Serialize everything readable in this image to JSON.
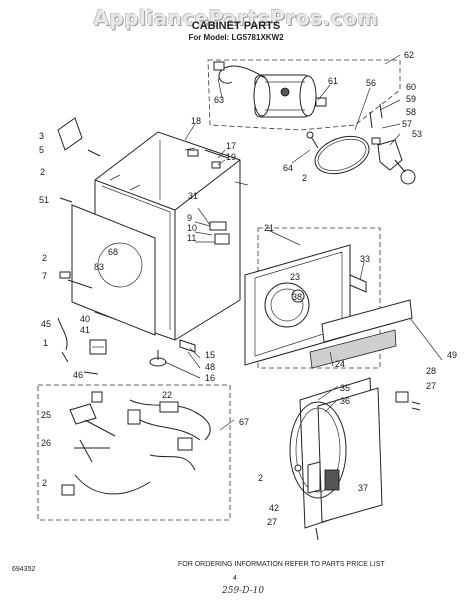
{
  "watermark": "AppliancePartsPros.com",
  "title": "CABINET PARTS",
  "model": "For Model: LG5781XKW2",
  "footer": {
    "doc_number": "694352",
    "ordering_note": "FOR ORDERING INFORMATION REFER TO PARTS PRICE LIST",
    "page_number": "4",
    "handwritten_note": "259-D-10"
  },
  "callouts": [
    "62",
    "61",
    "63",
    "56",
    "60",
    "59",
    "58",
    "57",
    "53",
    "64",
    "2",
    "3",
    "5",
    "18",
    "17",
    "19",
    "2",
    "51",
    "31",
    "9",
    "10",
    "11",
    "2",
    "7",
    "68",
    "83",
    "21",
    "33",
    "23",
    "38",
    "45",
    "40",
    "41",
    "1",
    "46",
    "15",
    "48",
    "16",
    "49",
    "24",
    "22",
    "25",
    "26",
    "67",
    "2",
    "2",
    "35",
    "36",
    "28",
    "27",
    "37",
    "42",
    "27"
  ]
}
